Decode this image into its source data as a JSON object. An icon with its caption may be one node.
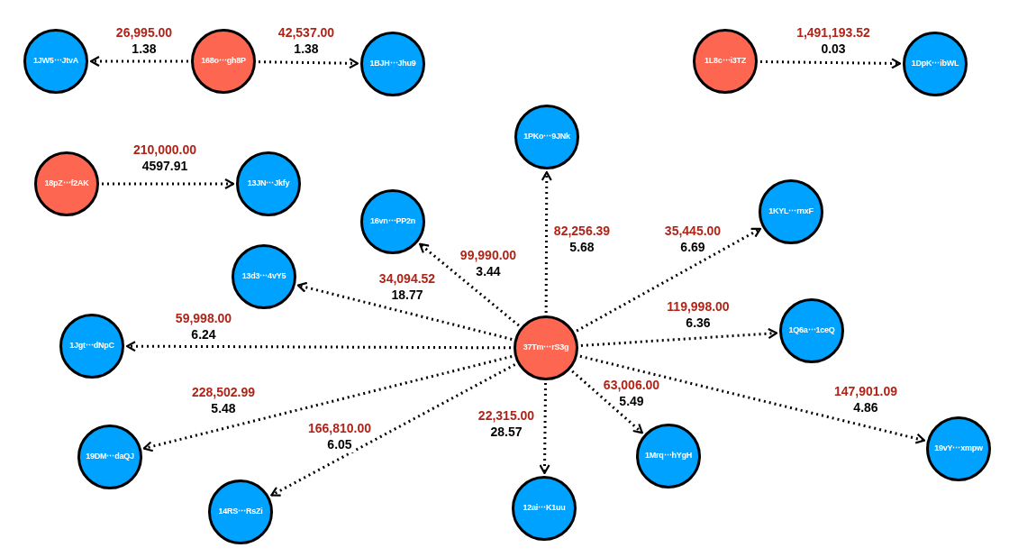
{
  "diagram": {
    "nodes": [
      {
        "text": [
          "1JW5⋯JtvA"
        ]
      },
      {
        "text": [
          "168o⋯gh8P"
        ]
      },
      {
        "text": [
          "1BJH⋯Jhu9"
        ]
      },
      {
        "text": [
          "1L8c⋯i3TZ"
        ]
      },
      {
        "text": [
          "1DpK⋯ibWL"
        ]
      },
      {
        "text": [
          "18pZ⋯f2AK"
        ]
      },
      {
        "text": [
          "13JN⋯Jkfy"
        ]
      },
      {
        "text": [
          "1PKo⋯9JNk"
        ]
      },
      {
        "text": [
          "1KYL⋯rnxF"
        ]
      },
      {
        "text": [
          "16vn⋯PP2n"
        ]
      },
      {
        "text": [
          "13d3⋯4vY5"
        ]
      },
      {
        "text": [
          "1Jgt⋯dNpC"
        ]
      },
      {
        "text": [
          "37Tm⋯rS3g"
        ]
      },
      {
        "text": [
          "1Q6a⋯1ceQ"
        ]
      },
      {
        "text": [
          "19DM⋯daQJ"
        ]
      },
      {
        "text": [
          "1Mrq⋯hYgH"
        ]
      },
      {
        "text": [
          "19vY⋯xmpw"
        ]
      },
      {
        "text": [
          "14RS⋯RsZi"
        ]
      },
      {
        "text": [
          "12ai⋯K1uu"
        ]
      }
    ],
    "edges": [
      {
        "from": 1,
        "to": 0,
        "arrow": "to",
        "label": "26,995.00 1.38",
        "style": "dashed"
      },
      {
        "from": 1,
        "to": 2,
        "arrow": "to",
        "label": "42,537.00 1.38",
        "style": "dashed"
      },
      {
        "from": 3,
        "to": 4,
        "arrow": "to",
        "label": "1,491,193.52 0.03",
        "style": "dashed"
      },
      {
        "from": 5,
        "to": 6,
        "arrow": "to",
        "label": "210,000.00 4597.91",
        "style": "dashed"
      },
      {
        "from": 12,
        "to": 7,
        "arrow": "to",
        "label": "82,256.39 5.68",
        "style": "dashed"
      },
      {
        "from": 12,
        "to": 8,
        "arrow": "to",
        "label": "35,445.00 6.69",
        "style": "dashed"
      },
      {
        "from": 12,
        "to": 9,
        "arrow": "to",
        "label": "99,990.00 3.44",
        "style": "dashed"
      },
      {
        "from": 12,
        "to": 10,
        "arrow": "to",
        "label": "34,094.52 18.77",
        "style": "dashed"
      },
      {
        "from": 12,
        "to": 11,
        "arrow": "to",
        "label": "59,998.00 6.24",
        "style": "dashed"
      },
      {
        "from": 12,
        "to": 13,
        "arrow": "to",
        "label": "119,998.00 6.36",
        "style": "dashed"
      },
      {
        "from": 12,
        "to": 14,
        "arrow": "to",
        "label": "228,502.99 5.48",
        "style": "dashed"
      },
      {
        "from": 12,
        "to": 15,
        "arrow": "to",
        "label": "63,006.00 5.49",
        "style": "dashed"
      },
      {
        "from": 12,
        "to": 16,
        "arrow": "to",
        "label": "147,901.09 4.86",
        "style": "dashed"
      },
      {
        "from": 12,
        "to": 17,
        "arrow": "to",
        "label": "166,810.00 6.05",
        "style": "dashed"
      },
      {
        "from": 12,
        "to": 18,
        "arrow": "to",
        "label": "22,315.00 28.57",
        "style": "dashed"
      }
    ]
  }
}
